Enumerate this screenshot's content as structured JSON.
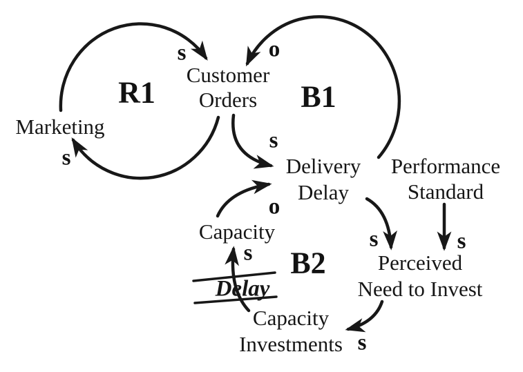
{
  "diagram": {
    "type": "causal-loop-diagram",
    "colors": {
      "background": "#ffffff",
      "ink": "#161616"
    },
    "nodes": {
      "marketing": {
        "label": "Marketing"
      },
      "customer_orders": {
        "line1": "Customer",
        "line2": "Orders"
      },
      "delivery_delay": {
        "line1": "Delivery",
        "line2": "Delay"
      },
      "performance_standard": {
        "line1": "Performance",
        "line2": "Standard"
      },
      "capacity": {
        "label": "Capacity"
      },
      "perceived_need_to_invest": {
        "line1": "Perceived",
        "line2": "Need to Invest"
      },
      "capacity_investments": {
        "line1": "Capacity",
        "line2": "Investments"
      }
    },
    "loops": {
      "r1": {
        "label": "R1"
      },
      "b1": {
        "label": "B1"
      },
      "b2": {
        "label": "B2"
      }
    },
    "delay_mark": {
      "label": "Delay"
    },
    "polarities": {
      "marketing_to_customer_orders": "s",
      "delivery_delay_to_customer_orders": "o",
      "customer_orders_to_marketing": "s",
      "customer_orders_to_delivery_delay": "s",
      "capacity_to_delivery_delay": "o",
      "capacity_investments_to_capacity": "s",
      "delivery_delay_to_perceived_need": "s",
      "performance_standard_to_perceived_need": "s",
      "perceived_need_to_capacity_investments": "s"
    }
  }
}
